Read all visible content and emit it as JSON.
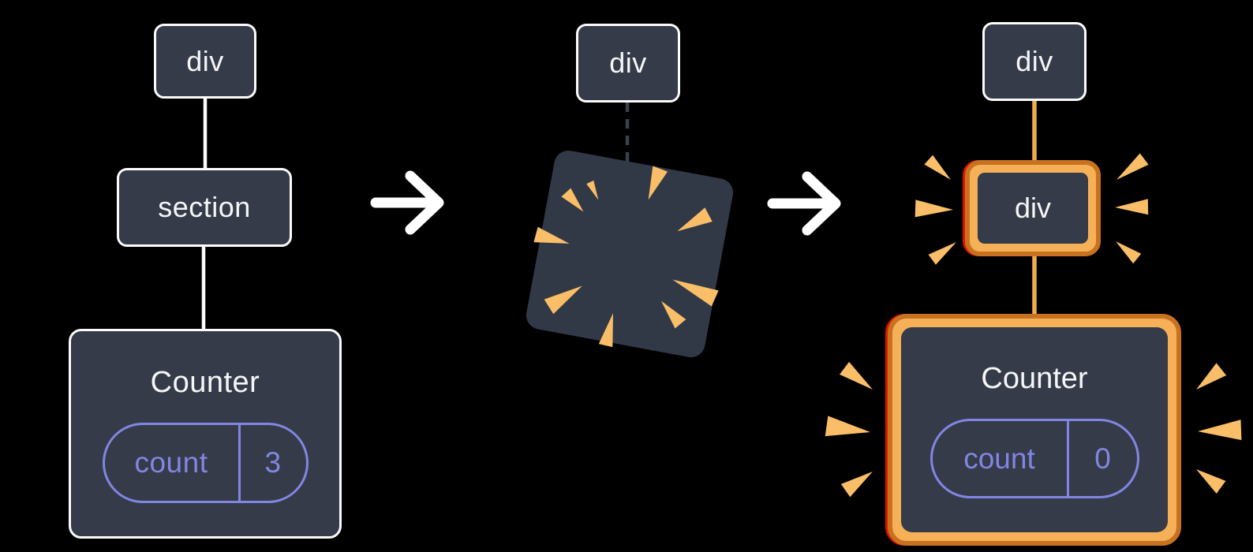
{
  "steps": {
    "before": {
      "root": "div",
      "child": "section",
      "component": "Counter",
      "state_key": "count",
      "state_value": "3"
    },
    "during": {
      "root": "div"
    },
    "after": {
      "root": "div",
      "child": "div",
      "component": "Counter",
      "state_key": "count",
      "state_value": "0"
    }
  },
  "icons": {
    "arrow_right": "arrow-right-icon",
    "poof": "poof-delete-icon",
    "spark": "spark-burst-icon"
  },
  "colors": {
    "background": "#000000",
    "node_fill": "#353B48",
    "node_border": "#FBFBFC",
    "node_text": "#F5F6F8",
    "state_pill": "#8186E3",
    "connector_white": "#FDFDFD",
    "connector_orange": "#F1AD4D",
    "dashed_connector": "#3A414E",
    "highlight_dark_orange": "#C8721F",
    "highlight_light_orange": "#F6B158",
    "highlight_red_edge": "#E01300",
    "spark": "#F9BE67",
    "poof_fill": "#323946",
    "arrow": "#FFFFFF"
  }
}
